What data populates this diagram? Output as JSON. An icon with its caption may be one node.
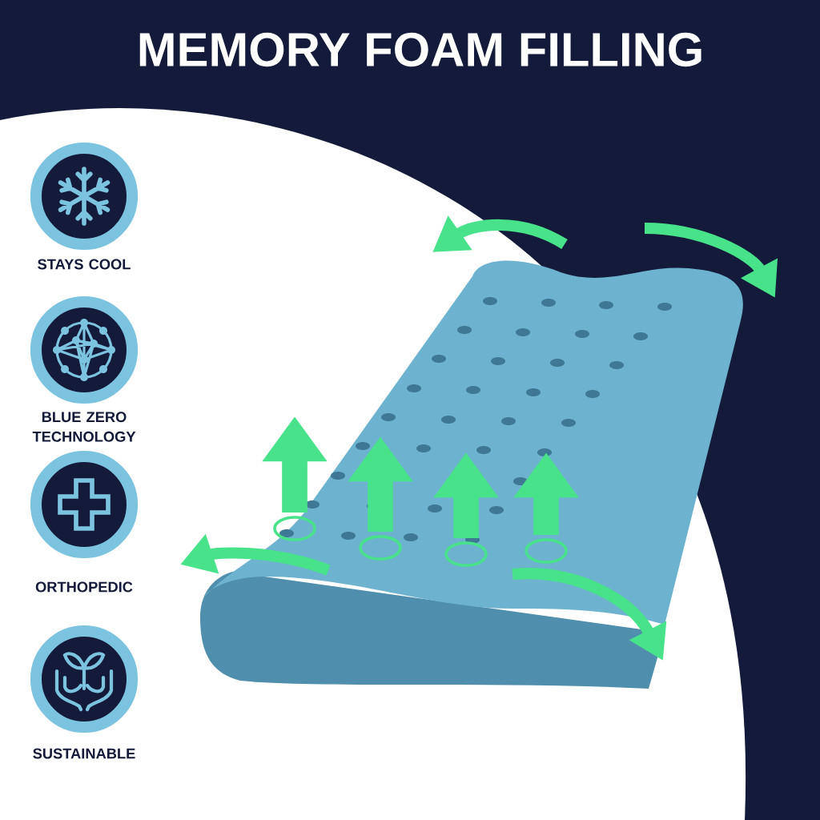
{
  "diagram": {
    "title": "MEMORY FOAM FILLING",
    "nodes": [
      {
        "text": [
          "STAYS COOL"
        ]
      },
      {
        "text": [
          "BLUE ZERO TECHNOLOGY"
        ]
      },
      {
        "text": [
          "ORTHOPEDIC"
        ]
      },
      {
        "text": [
          "SUSTAINABLE"
        ]
      }
    ]
  }
}
